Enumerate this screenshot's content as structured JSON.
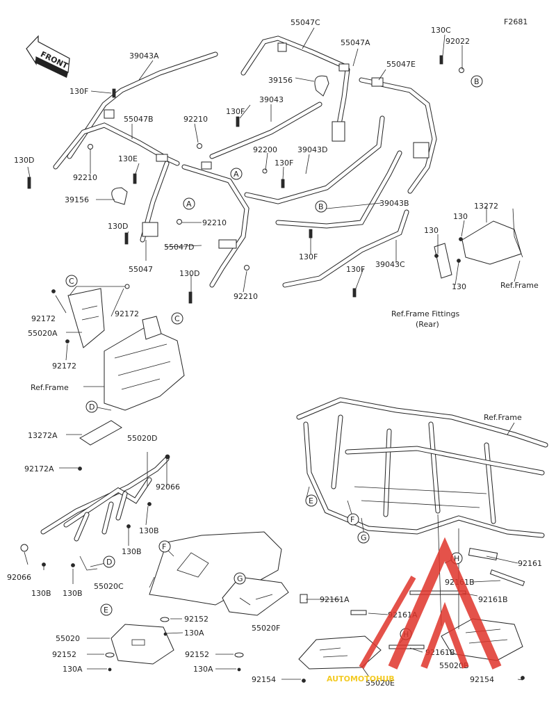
{
  "diagram": {
    "figure_code": "F2681",
    "front_marker": "FRONT",
    "watermark": "AUTOMOTOHUB",
    "ref_labels": {
      "ref_frame_1": "Ref.Frame",
      "ref_frame_2": "Ref.Frame",
      "ref_frame_3": "Ref.Frame",
      "ref_fittings_line1": "Ref.Frame Fittings",
      "ref_fittings_line2": "(Rear)"
    },
    "callouts": {
      "A1": "A",
      "A2": "A",
      "B1": "B",
      "B2": "B",
      "C1": "C",
      "C2": "C",
      "D1": "D",
      "D2": "D",
      "E1": "E",
      "E2": "E",
      "F1": "F",
      "F2": "F",
      "G1": "G",
      "G2": "G",
      "H1": "H",
      "H2": "H"
    },
    "part_labels": {
      "p55047C": "55047C",
      "p55047A": "55047A",
      "p55047E": "55047E",
      "p130C": "130C",
      "p92022": "92022",
      "p39043A": "39043A",
      "p130F_a": "130F",
      "p55047B": "55047B",
      "p92210_a": "92210",
      "p130F_b": "130F",
      "p39043": "39043",
      "p39156_a": "39156",
      "p130E": "130E",
      "p130D_a": "130D",
      "p92210_b": "92210",
      "p92200": "92200",
      "p130F_c": "130F",
      "p39043D": "39043D",
      "p39156_b": "39156",
      "p39043B": "39043B",
      "p13272": "13272",
      "p130D_b": "130D",
      "p92210_c": "92210",
      "p130_a": "130",
      "p130_b": "130",
      "p55047D": "55047D",
      "p130F_d": "130F",
      "p55047": "55047",
      "p39043C": "39043C",
      "p130F_e": "130F",
      "p130_c": "130",
      "p130D_c": "130D",
      "p92210_d": "92210",
      "p92172_a": "92172",
      "p92172_b": "92172",
      "p55020A": "55020A",
      "p92172_c": "92172",
      "p13272A": "13272A",
      "p55020D": "55020D",
      "p92172A": "92172A",
      "p92066_a": "92066",
      "p130B_a": "130B",
      "p130B_b": "130B",
      "p92066_b": "92066",
      "p130B_c": "130B",
      "p130B_d": "130B",
      "p55020C": "55020C",
      "p92152_a": "92152",
      "p130A_a": "130A",
      "p55020F": "55020F",
      "p55020": "55020",
      "p92152_b": "92152",
      "p130A_b": "130A",
      "p92152_c": "92152",
      "p130A_c": "130A",
      "p92161_a": "92161",
      "p92161B_a": "92161B",
      "p92161A_a": "92161A",
      "p92161B_b": "92161B",
      "p92161A_b": "92161A",
      "p92161B_c": "92161B",
      "p92154_a": "92154",
      "p55020E": "55020E",
      "p55020B": "55020B",
      "p92154_b": "92154"
    }
  }
}
